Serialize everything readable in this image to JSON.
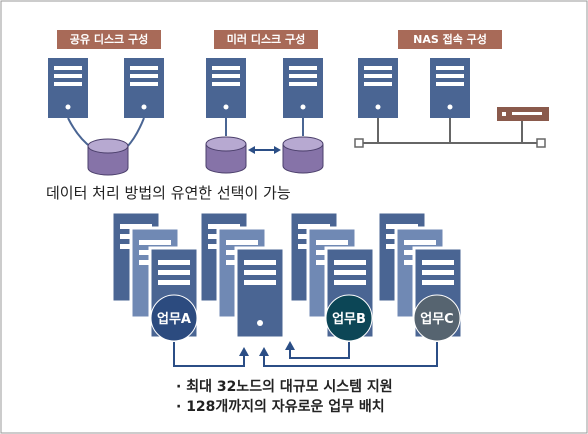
{
  "tags": {
    "shared_disk": "공유 디스크 구성",
    "mirror_disk": "미러 디스크 구성",
    "nas": "NAS 접속 구성"
  },
  "headline": "데이터 처리 방법의 유연한 선택이 가능",
  "workloads": {
    "a": "업무A",
    "b": "업무B",
    "c": "업무C"
  },
  "bullets": [
    "· 최대 32노드의 대규모 시스템 지원",
    "· 128개까지의 자유로운 업무 배치"
  ],
  "colors": {
    "server": "#4a6593",
    "server_light": "#7089b4",
    "disk": "#8673a8",
    "tag": "#a86a58",
    "nas": "#8a5a4c",
    "link": "#2b4e86",
    "a": "#2c4b7f",
    "b": "#0c4656",
    "c": "#566470"
  }
}
